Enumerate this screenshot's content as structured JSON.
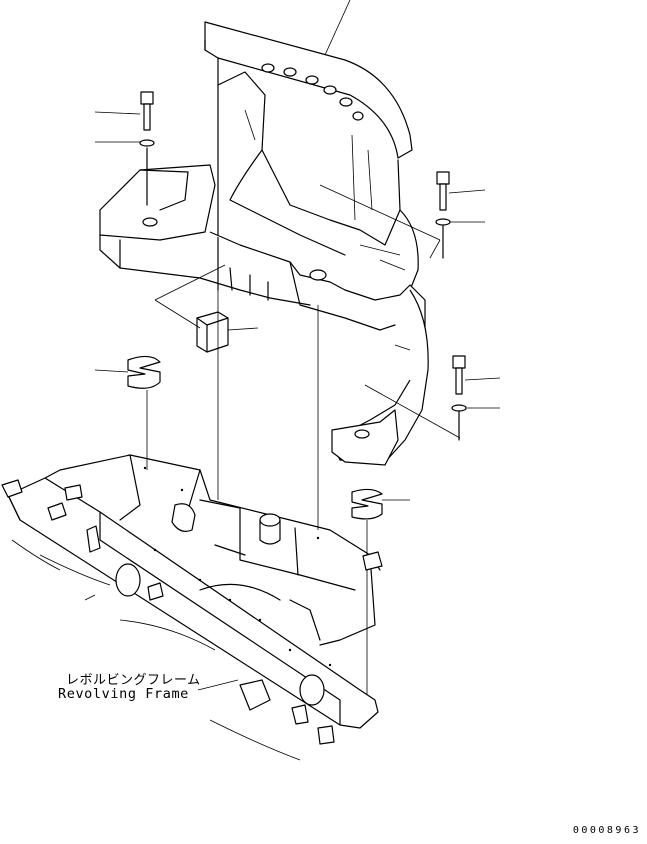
{
  "labels": {
    "frame_jp": "レボルビングフレーム",
    "frame_en": "Revolving Frame"
  },
  "document_number": "00008963",
  "colors": {
    "line": "#000000",
    "background": "#ffffff"
  }
}
